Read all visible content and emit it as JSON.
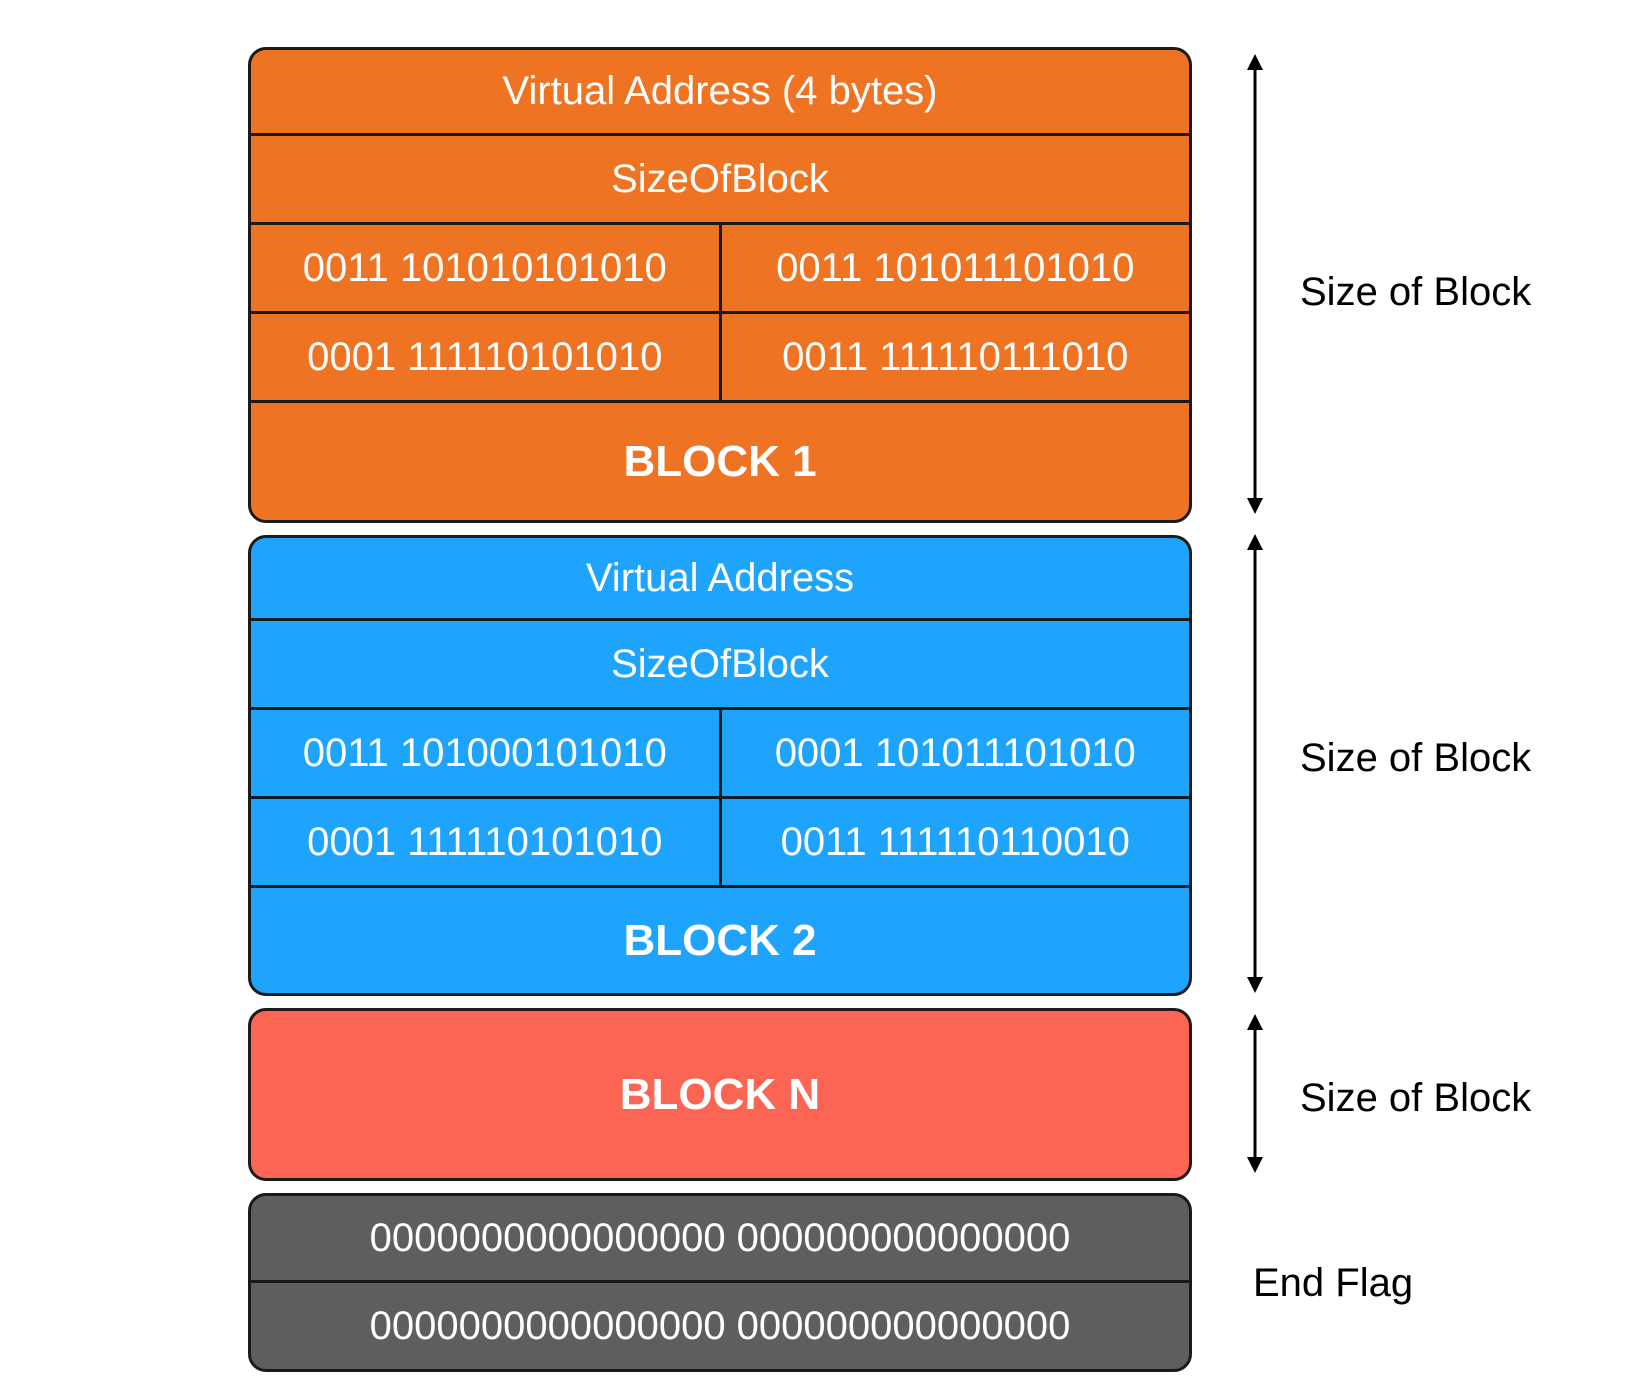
{
  "colors": {
    "block1": "#EE7322",
    "block2": "#1EA4FC",
    "blockN": "#FC6453",
    "end_flag": "#5E5E5E",
    "border": "#1a1a1a"
  },
  "block1": {
    "virtual_address": "Virtual Address (4 bytes)",
    "size_of_block": "SizeOfBlock",
    "entries": [
      "0011 101010101010",
      "0011 101011101010",
      "0001 111110101010",
      "0011 111110111010"
    ],
    "label": "BLOCK 1"
  },
  "block2": {
    "virtual_address": "Virtual Address",
    "size_of_block": "SizeOfBlock",
    "entries": [
      "0011 101000101010",
      "0001 101011101010",
      "0001 111110101010",
      "0011 111110110010"
    ],
    "label": "BLOCK 2"
  },
  "blockN": {
    "label": "BLOCK N"
  },
  "end_flag": {
    "rows": [
      "0000000000000000 000000000000000",
      "0000000000000000 000000000000000"
    ],
    "label": "End Flag"
  },
  "side_labels": {
    "block1": "Size of Block",
    "block2": "Size of Block",
    "blockN": "Size of Block"
  }
}
